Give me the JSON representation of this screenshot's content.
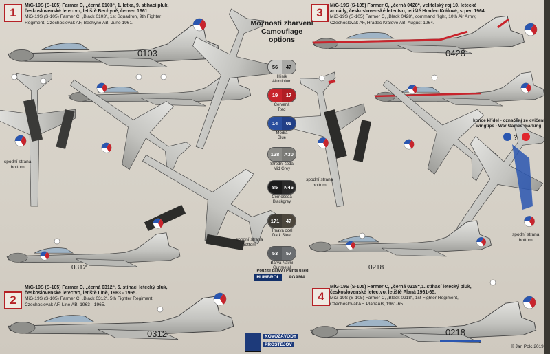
{
  "title": {
    "line1": "Možnosti zbarvení",
    "line2": "Camouflage options"
  },
  "options": [
    {
      "num": "1",
      "cz_title": "MiG-19S (S-105) Farmer C, „černá 0103“, 1. letka, 9. stíhací pluk,",
      "cz_rest": "československé letectvo, letiště Bechyně, červen 1961.",
      "en1": "MiG-19S (S-105) Farmer C, „Black 0103“, 1st Squadron, 9th Fighter",
      "en2": "Regiment, Czechoslovak AF, Bechyne AB, June 1961.",
      "code": "0103"
    },
    {
      "num": "2",
      "cz_title": "MiG-19S (S-105) Farmer C, „černá 0312“, 5. stíhací letecký pluk,",
      "cz_rest": "československé letectvo, letiště Líně, 1963 - 1965.",
      "en1": "MiG-19S (S-105) Farmer C, „Black 0312“, 5th Fighter Regiment,",
      "en2": "Czechoslovak AF, Line AB, 1963 - 1965.",
      "code": "0312"
    },
    {
      "num": "3",
      "cz_title": "MiG-19S (S-105) Farmer C, „černá 0428“, velitelský roj 10. letecké",
      "cz_rest": "armády, československé letectvo, letiště Hradec Králové, srpen 1964.",
      "en1": "MiG-19S (S-105) Farmer C, „Black 0428“, command flight, 10th Air Army,",
      "en2": "Czechoslovak AF, Hradec Kralove AB, August 1964.",
      "code": "0428"
    },
    {
      "num": "4",
      "cz_title": "MiG-19S (S-105) Farmer C, „černá 0218“,1. stíhací letecký pluk,",
      "cz_rest": "československé letectvo, letiště Planá 1961-65.",
      "en1": "MiG-19S (S-105) Farmer C, „Black 0218“, 1st Fighter Regiment,",
      "en2": "CzechoslovakAF, PlanaAB, 1961-65.",
      "code": "0218"
    }
  ],
  "swatches": [
    {
      "a": "56",
      "b": "47",
      "cz": "Hliník",
      "en": "Aluminium",
      "ca": "#c9c9c6",
      "cb": "#a9a9a6",
      "dark": false
    },
    {
      "a": "19",
      "b": "17",
      "cz": "Červená",
      "en": "Red",
      "ca": "#c8242c",
      "cb": "#b01e24",
      "dark": true
    },
    {
      "a": "14",
      "b": "05",
      "cz": "Modrá",
      "en": "Blue",
      "ca": "#2a4f9e",
      "cb": "#213f86",
      "dark": true
    },
    {
      "a": "128",
      "b": "A30",
      "cz": "Středni šedá",
      "en": "Mid Grey",
      "ca": "#8c8c88",
      "cb": "#7b7b77",
      "dark": true
    },
    {
      "a": "85",
      "b": "N46",
      "cz": "Černošedá",
      "en": "Blackgrey",
      "ca": "#1b1b1b",
      "cb": "#2a2a2a",
      "dark": true
    },
    {
      "a": "171",
      "b": "47",
      "cz": "Tmavá ocel",
      "en": "Dark Steel",
      "ca": "#3e3a33",
      "cb": "#4c463c",
      "dark": true
    },
    {
      "a": "53",
      "b": "57",
      "cz": "Barva Navní",
      "en": "Gunmetal",
      "ca": "#5a5d60",
      "cb": "#6b6e71",
      "dark": true
    }
  ],
  "paints": {
    "label": "Použité barvy / Paints used:",
    "brand1": "HUMBROL",
    "brand2": "AGAMA"
  },
  "underside": "spodní strana",
  "underside_en": "bottom",
  "wingtips": "konce křídel - označení ze cvičení wingtips - War Games marking",
  "publisher": {
    "line1": "KOVOZÁVODY",
    "line2": "PROSTĚJOV"
  },
  "copyright": "© Jan Polc 2019",
  "colors": {
    "red": "#c8242c",
    "blue": "#2a56b0",
    "silver": "#c8c8c4",
    "dark": "#2b2b2b"
  }
}
